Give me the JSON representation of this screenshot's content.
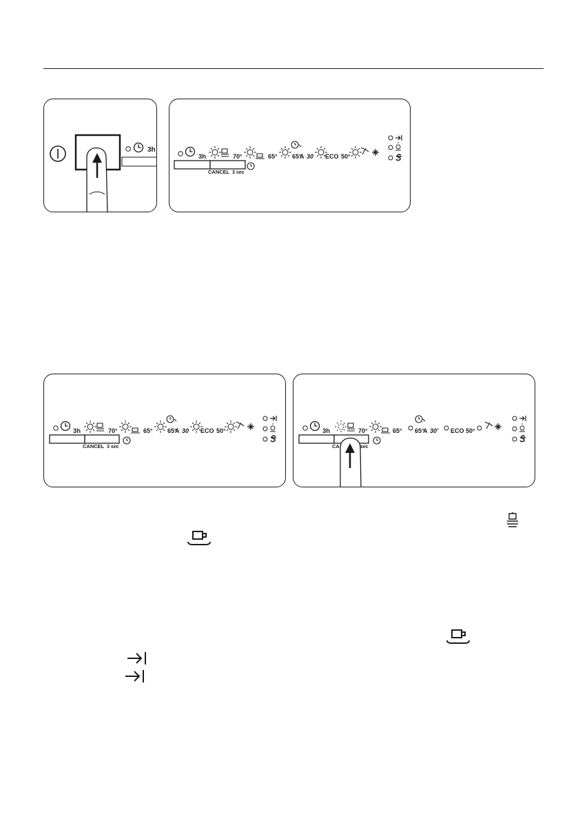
{
  "panel_labels": {
    "delay": "3h",
    "temp_70": "70°",
    "temp_65": "65°",
    "temp_65_left": "65°",
    "a_label": "A",
    "temp_30": "30",
    "temp_30_prime": "30'",
    "eco": "ECO",
    "temp_50": "50°",
    "temp_50_right": "50°",
    "cancel": "CANCEL",
    "cancel_time": "3 sec",
    "cancel_partial": "CA"
  },
  "icons": {
    "power": "power-icon",
    "delay_clock": "clock-icon",
    "intensive": "pots-pans-icon",
    "normal": "cup-plate-icon",
    "eco": "eco-icon",
    "rapid": "glasses-icon",
    "rinse": "star-icon",
    "end": "end-arrow-icon",
    "rinse_aid": "rinse-aid-icon",
    "salt": "salt-icon",
    "finger": "finger-press-icon"
  },
  "colors": {
    "ink": "#1a1a1a",
    "background": "#ffffff"
  }
}
